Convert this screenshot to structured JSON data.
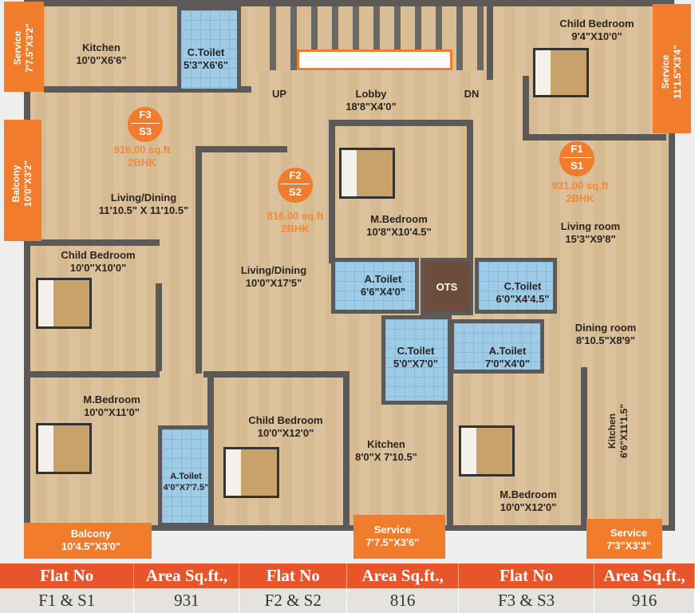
{
  "flats": [
    {
      "flat_top": "F3",
      "flat_bottom": "S3",
      "area": "916.00 sq.ft",
      "type": "2BHK"
    },
    {
      "flat_top": "F2",
      "flat_bottom": "S2",
      "area": "816.00 sq.ft",
      "type": "2BHK"
    },
    {
      "flat_top": "F1",
      "flat_bottom": "S1",
      "area": "931.00 sq.ft",
      "type": "2BHK"
    }
  ],
  "rooms": [
    {
      "name": "Kitchen",
      "dims": "10'0\"X6'6\""
    },
    {
      "name": "C.Toilet",
      "dims": "5'3\"X6'6\""
    },
    {
      "name": "Lobby",
      "dims": "18'8\"X4'0\""
    },
    {
      "name": "Child Bedroom",
      "dims": "9'4\"X10'0\""
    },
    {
      "name": "Living/Dining",
      "dims": "11'10.5\" X 11'10.5\""
    },
    {
      "name": "M.Bedroom",
      "dims": "10'8\"X10'4.5\""
    },
    {
      "name": "Living room",
      "dims": "15'3\"X9'8\""
    },
    {
      "name": "Child Bedroom",
      "dims": "10'0\"X10'0\""
    },
    {
      "name": "Living/Dining",
      "dims": "10'0\"X17'5\""
    },
    {
      "name": "A.Toilet",
      "dims": "6'6\"X4'0\""
    },
    {
      "name": "C.Toilet",
      "dims": "6'0\"X4'4.5\""
    },
    {
      "name": "Dining room",
      "dims": "8'10.5\"X8'9\""
    },
    {
      "name": "C.Toilet",
      "dims": "5'0\"X7'0\""
    },
    {
      "name": "A.Toilet",
      "dims": "7'0\"X4'0\""
    },
    {
      "name": "M.Bedroom",
      "dims": "10'0\"X11'0\""
    },
    {
      "name": "Child Bedroom",
      "dims": "10'0\"X12'0\""
    },
    {
      "name": "Kitchen",
      "dims": "8'0\"X 7'10.5\""
    },
    {
      "name": "A.Toilet",
      "dims": "4'0\"X7'7.5\""
    },
    {
      "name": "M.Bedroom",
      "dims": "10'0\"X12'0\""
    },
    {
      "name": "Kitchen",
      "dims": "6'6\"X11'1.5\""
    },
    {
      "name": "Balcony",
      "dims": "10'4.5\"X3'0\""
    },
    {
      "name": "Service",
      "dims": "7'7.5\"X3'6\""
    },
    {
      "name": "Service",
      "dims": "7'3\"X3'3\""
    },
    {
      "name": "Service",
      "dims": "7'7.5\"X3'2\""
    },
    {
      "name": "Balcony",
      "dims": "10'0\"X3'2\""
    },
    {
      "name": "Service",
      "dims": "11'1.5\"X3'4\""
    }
  ],
  "stairs": {
    "up": "UP",
    "down": "DN"
  },
  "ots": "OTS",
  "table": {
    "headers": [
      "Flat No",
      "Area Sq.ft.,",
      "Flat No",
      "Area Sq.ft.,",
      "Flat No",
      "Area Sq.ft.,"
    ],
    "row": [
      "F1 & S1",
      "931",
      "F2 & S2",
      "816",
      "F3 & S3",
      "916"
    ]
  },
  "colors": {
    "accent": "#f07c2c",
    "header": "#e8552a",
    "wall": "#5b5a58",
    "floor": "#dcc29c",
    "tile": "#9fcbe6"
  }
}
